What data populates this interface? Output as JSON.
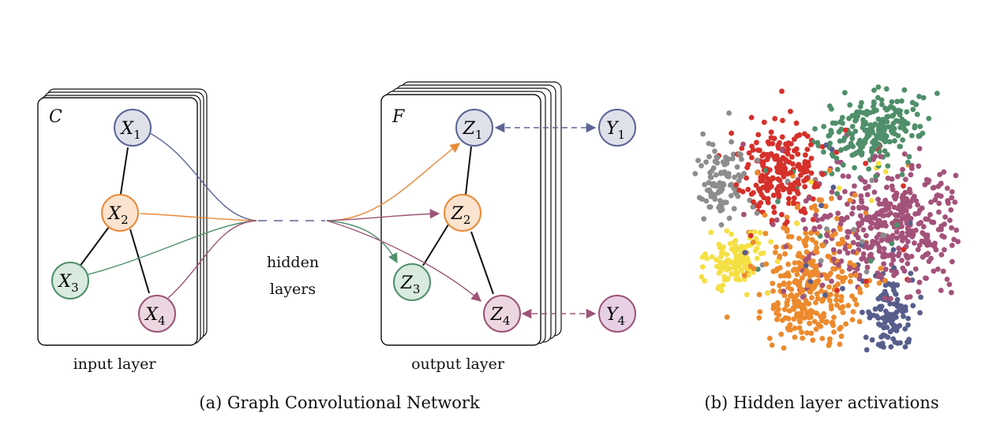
{
  "input_panel": {
    "corner_label": "C",
    "caption": "input layer",
    "nodes": [
      {
        "id": "X1",
        "letter": "X",
        "sub": "1",
        "fill": "#dfe1ea",
        "stroke": "#5b6595"
      },
      {
        "id": "X2",
        "letter": "X",
        "sub": "2",
        "fill": "#fbe3cf",
        "stroke": "#e88a3a"
      },
      {
        "id": "X3",
        "letter": "X",
        "sub": "3",
        "fill": "#d9ebdf",
        "stroke": "#4f8f6a"
      },
      {
        "id": "X4",
        "letter": "X",
        "sub": "4",
        "fill": "#ecd7e1",
        "stroke": "#9c5477"
      }
    ]
  },
  "hidden": {
    "line1": "hidden",
    "line2": "layers"
  },
  "output_panel": {
    "corner_label": "F",
    "caption": "output layer",
    "nodes": [
      {
        "id": "Z1",
        "letter": "Z",
        "sub": "1",
        "fill": "#dfe1ea",
        "stroke": "#5b6595"
      },
      {
        "id": "Z2",
        "letter": "Z",
        "sub": "2",
        "fill": "#fbe3cf",
        "stroke": "#e88a3a"
      },
      {
        "id": "Z3",
        "letter": "Z",
        "sub": "3",
        "fill": "#d9ebdf",
        "stroke": "#4f8f6a"
      },
      {
        "id": "Z4",
        "letter": "Z",
        "sub": "4",
        "fill": "#ecd7e1",
        "stroke": "#9c5477"
      }
    ]
  },
  "labels_nodes": [
    {
      "id": "Y1",
      "letter": "Y",
      "sub": "1",
      "fill": "#dfe1ea",
      "stroke": "#5b6595"
    },
    {
      "id": "Y4",
      "letter": "Y",
      "sub": "4",
      "fill": "#e7d0e6",
      "stroke": "#9c5477"
    }
  ],
  "captions": {
    "a": "(a) Graph Convolutional Network",
    "b": "(b) Hidden layer activations"
  },
  "colors": {
    "blue": "#5b6595",
    "orange": "#e88a3a",
    "green": "#4f8f6a",
    "purple": "#9c5477",
    "scatter_classes": [
      "#4f8f6a",
      "#d6302a",
      "#8d8d8d",
      "#f5e044",
      "#a3527a",
      "#ec8a2d",
      "#575e8c"
    ]
  }
}
